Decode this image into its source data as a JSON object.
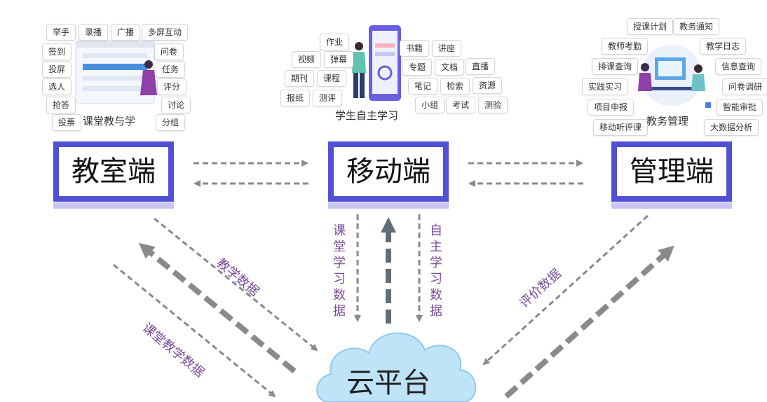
{
  "colors": {
    "monitor": "#5151d6",
    "stand": "#c9c6f2",
    "arrow": "#8a8a8a",
    "arrow_dark": "#5f6f7a",
    "label": "#7a4a9a",
    "cloud": "#bfe4f7"
  },
  "classroom": {
    "caption": "课堂教与学",
    "tags": [
      "举手",
      "录播",
      "广播",
      "多屏互动",
      "签到",
      "问卷",
      "投屏",
      "任务",
      "选人",
      "评分",
      "抢答",
      "讨论",
      "投票",
      "分组"
    ],
    "terminal": "教室端"
  },
  "mobile": {
    "caption": "学生自主学习",
    "tags": [
      "作业",
      "视频",
      "弹幕",
      "期刊",
      "课程",
      "报纸",
      "测评",
      "书籍",
      "讲座",
      "专题",
      "文档",
      "直播",
      "笔记",
      "检索",
      "资源",
      "小组",
      "考试",
      "测验"
    ],
    "terminal": "移动端"
  },
  "admin": {
    "caption": "教务管理",
    "tags": [
      "授课计划",
      "教务通知",
      "教师考勤",
      "教学日志",
      "排课查询",
      "信息查询",
      "实践实习",
      "问卷调研",
      "项目申报",
      "智能审批",
      "移动听评课",
      "大数据分析"
    ],
    "terminal": "管理端"
  },
  "cloud": {
    "label": "云平台"
  },
  "flows": {
    "teaching_data": "教学数据",
    "class_teaching_data": "课堂教学数据",
    "class_learning_data": "课堂学习数据",
    "self_study_data": "自主学习数据",
    "evaluation_data": "评价数据"
  }
}
